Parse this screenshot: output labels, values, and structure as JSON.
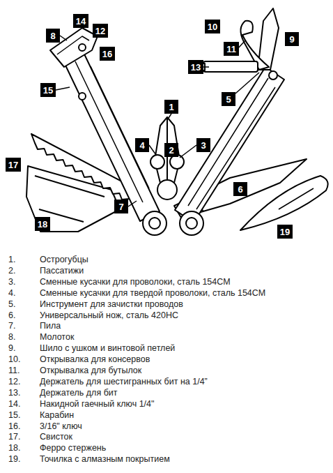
{
  "diagram": {
    "nodes": [
      {
        "text": [
          "14"
        ]
      },
      {
        "text": [
          "12"
        ]
      },
      {
        "text": [
          "8"
        ]
      },
      {
        "text": [
          "16"
        ]
      },
      {
        "text": [
          "10"
        ]
      },
      {
        "text": [
          "9"
        ]
      },
      {
        "text": [
          "11"
        ]
      },
      {
        "text": [
          "13"
        ]
      },
      {
        "text": [
          "5"
        ]
      },
      {
        "text": [
          "15"
        ]
      },
      {
        "text": [
          "1"
        ]
      },
      {
        "text": [
          "4"
        ]
      },
      {
        "text": [
          "2"
        ]
      },
      {
        "text": [
          "3"
        ]
      },
      {
        "text": [
          "17"
        ]
      },
      {
        "text": [
          "6"
        ]
      },
      {
        "text": [
          "7"
        ]
      },
      {
        "text": [
          "18"
        ]
      },
      {
        "text": [
          "19"
        ]
      }
    ],
    "labels": [
      "1.",
      "Острогубцы",
      "2.",
      "Пассатижи",
      "3.",
      "Сменные кусачки для проволоки, сталь 154CM",
      "4.",
      "Сменные кусачки для твердой проволоки, сталь 154CM",
      "5.",
      "Инструмент для зачистки проводов",
      "6.",
      "Универсальный нож, сталь 420HC",
      "7.",
      "Пила",
      "8.",
      "Молоток",
      "9.",
      "Шило с ушком и винтовой петлей",
      "10.",
      "Открывалка для консервов",
      "11.",
      "Открывалка для бутылок",
      "12.",
      "Держатель для шестигранных бит на 1/4”",
      "13.",
      "Держатель для бит",
      "14.",
      "Накидной гаечный ключ 1/4\"",
      "15.",
      "Карабин",
      "16.",
      "3/16\" ключ",
      "17.",
      "Свисток",
      "18.",
      "Ферро стержень",
      "19.",
      "Точилка с алмазным покрытием"
    ]
  }
}
